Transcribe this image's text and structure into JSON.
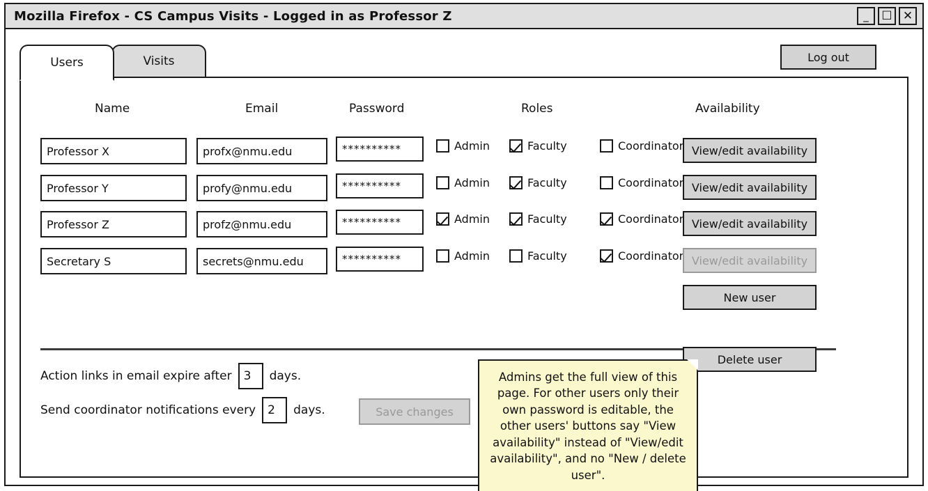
{
  "window": {
    "title": "Mozilla Firefox - CS Campus Visits - Logged in as Professor Z",
    "controls": {
      "minimize": "_",
      "maximize": "☐",
      "close": "✕"
    }
  },
  "tabs": [
    {
      "label": "Users",
      "active": true
    },
    {
      "label": "Visits",
      "active": false
    }
  ],
  "header": {
    "logout_label": "Log out"
  },
  "table": {
    "columns": [
      "Name",
      "Email",
      "Password",
      "Roles",
      "Availability"
    ],
    "role_names": [
      "Admin",
      "Faculty",
      "Coordinator"
    ],
    "rows": [
      {
        "name": "Professor X",
        "email": "profx@nmu.edu",
        "password": "**********",
        "roles": {
          "admin": false,
          "faculty": true,
          "coordinator": false
        },
        "availability_label": "View/edit availability",
        "availability_disabled": false
      },
      {
        "name": "Professor Y",
        "email": "profy@nmu.edu",
        "password": "**********",
        "roles": {
          "admin": false,
          "faculty": true,
          "coordinator": false
        },
        "availability_label": "View/edit availability",
        "availability_disabled": false
      },
      {
        "name": "Professor Z",
        "email": "profz@nmu.edu",
        "password": "**********",
        "roles": {
          "admin": true,
          "faculty": true,
          "coordinator": true
        },
        "availability_label": "View/edit availability",
        "availability_disabled": false
      },
      {
        "name": "Secretary S",
        "email": "secrets@nmu.edu",
        "password": "**********",
        "roles": {
          "admin": false,
          "faculty": false,
          "coordinator": true
        },
        "availability_label": "View/edit availability",
        "availability_disabled": true
      }
    ],
    "new_user_label": "New user",
    "delete_user_label": "Delete user"
  },
  "settings": {
    "expire_prefix": "Action links in email expire after",
    "expire_value": "3",
    "expire_suffix": "days.",
    "notify_prefix": "Send coordinator notifications every",
    "notify_value": "2",
    "notify_suffix": "days.",
    "save_label": "Save changes",
    "save_disabled": true
  },
  "sticky_note": {
    "text": "Admins get the full view of this page. For other users only their own password is editable, the other users' buttons say \"View availability\" instead of \"View/edit availability\", and no \"New / delete user\"."
  },
  "colors": {
    "button_face": "#d3d3d3",
    "sticky": "#fbf8cd",
    "titlebar": "#e0e0e0",
    "inactive_tab": "#dcdcdc",
    "outline": "#1a1a1a",
    "disabled_text": "#999999"
  }
}
